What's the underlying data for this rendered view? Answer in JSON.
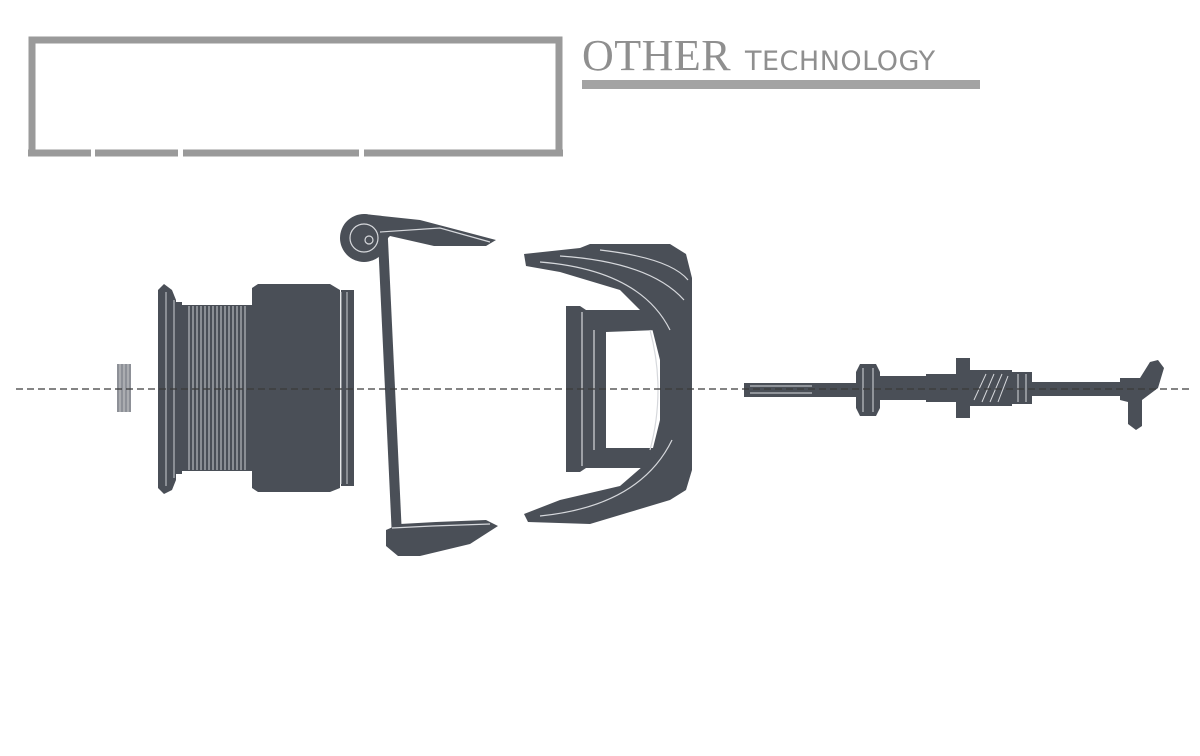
{
  "heading": {
    "main": "OTHER",
    "sub": "TECHNOLOGY"
  },
  "colors": {
    "part_fill": "#4a4f57",
    "frame": "#9a9a9a",
    "heading_text": "#8f8f8f",
    "axis_line": "#3a3a3a"
  },
  "diagram": {
    "type": "exploded view",
    "parts": [
      "washer",
      "spool",
      "bail",
      "rotor",
      "main-shaft-assembly"
    ]
  }
}
